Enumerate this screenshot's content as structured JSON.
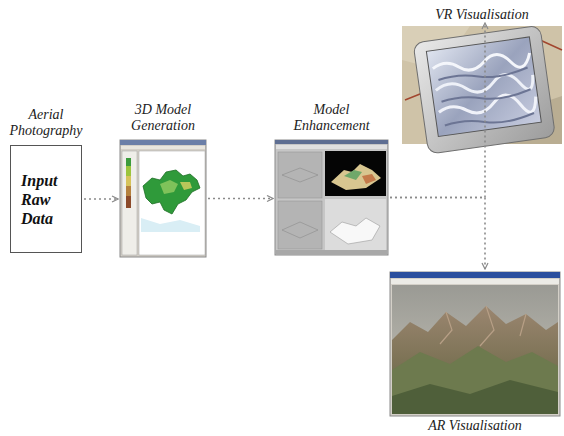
{
  "diagram": {
    "nodes": [
      {
        "text": [
          "Aerial Photography",
          "Input Raw Data"
        ]
      },
      {
        "text": [
          "3D Model Generation"
        ]
      },
      {
        "text": [
          "Model Enhancement"
        ]
      },
      {
        "text": [
          "VR Visualisation"
        ]
      },
      {
        "text": [
          "AR Visualisation"
        ]
      }
    ],
    "edges": [
      {
        "from": 0,
        "to": 1,
        "arrow": "to"
      },
      {
        "from": 1,
        "to": 2,
        "arrow": "to"
      },
      {
        "from": 2,
        "to": 3,
        "arrow": "to"
      },
      {
        "from": 2,
        "to": 4,
        "arrow": "to"
      }
    ]
  }
}
